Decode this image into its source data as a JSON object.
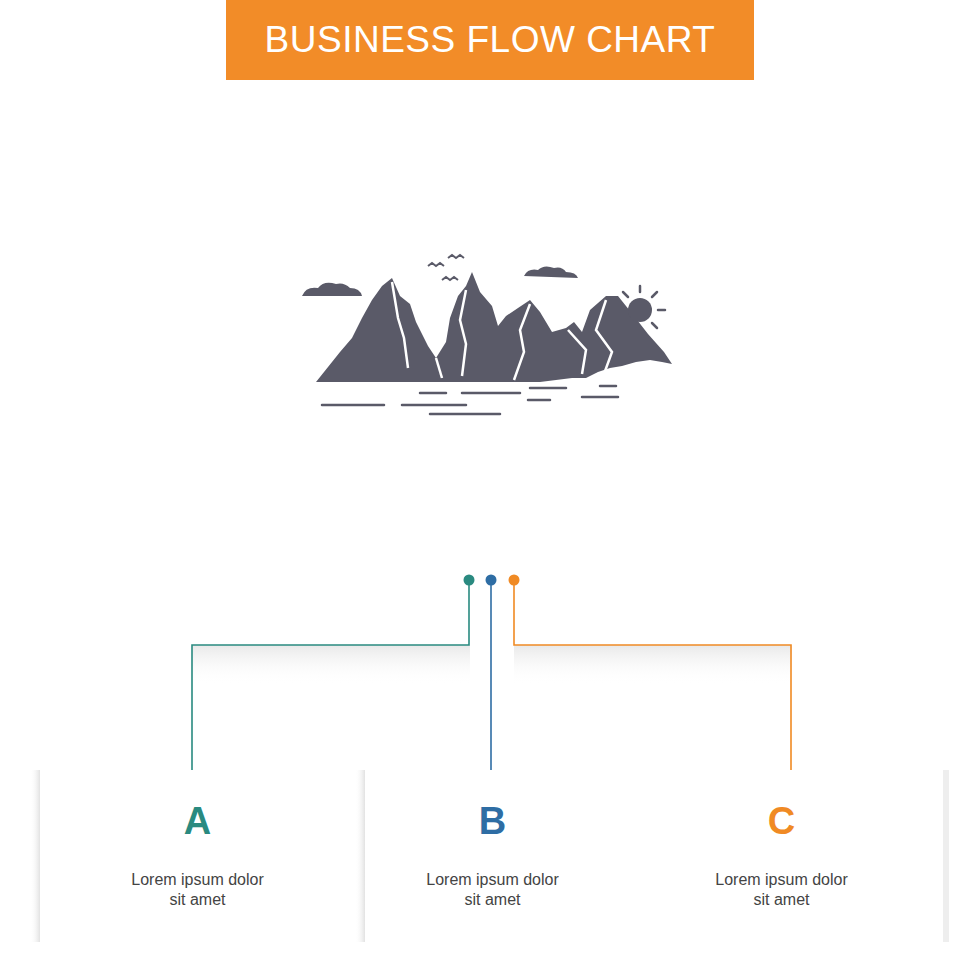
{
  "diagram": {
    "title": "BUSINESS FLOW CHART",
    "nodes": [
      {
        "text": [
          "A",
          "Lorem ipsum dolor sit amet"
        ]
      },
      {
        "text": [
          "B",
          "Lorem ipsum dolor sit amet"
        ]
      },
      {
        "text": [
          "C",
          "Lorem ipsum dolor sit amet"
        ]
      }
    ]
  }
}
